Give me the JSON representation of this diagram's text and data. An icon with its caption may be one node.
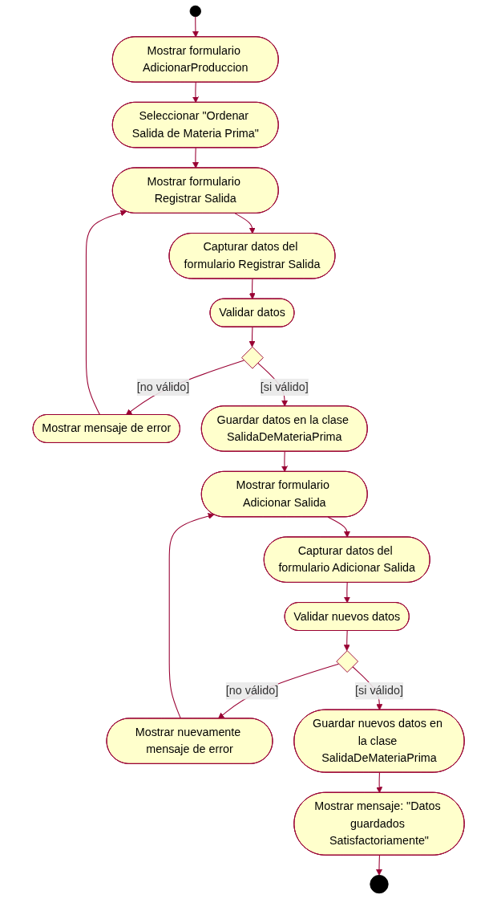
{
  "diagram": {
    "nodes": [
      {
        "text": [],
        "shape": "circle"
      },
      {
        "text": [
          "Mostrar formulario AdicionarProduccion"
        ]
      },
      {
        "text": [
          "Seleccionar \"Ordenar Salida de Materia Prima\""
        ]
      },
      {
        "text": [
          "Mostrar formulario Registrar Salida"
        ]
      },
      {
        "text": [
          "Capturar datos del formulario Registrar Salida"
        ]
      },
      {
        "text": [
          "Validar datos"
        ]
      },
      {
        "text": [],
        "shape": "diamond"
      },
      {
        "text": [
          "Mostrar mensaje de error"
        ]
      },
      {
        "text": [
          "Guardar datos en la clase SalidaDeMateriaPrima"
        ]
      },
      {
        "text": [
          "Mostrar formulario Adicionar Salida"
        ]
      },
      {
        "text": [
          "Capturar datos del formulario Adicionar Salida"
        ]
      },
      {
        "text": [
          "Validar nuevos datos"
        ]
      },
      {
        "text": [],
        "shape": "diamond"
      },
      {
        "text": [
          "Mostrar nuevamente mensaje de error"
        ]
      },
      {
        "text": [
          "Guardar nuevos datos en la clase SalidaDeMateriaPrima"
        ]
      },
      {
        "text": [
          "Mostrar mensaje: \"Datos guardados Satisfactoriamente\""
        ]
      },
      {
        "text": [],
        "shape": "circle"
      }
    ],
    "edges": [
      {
        "from": 0,
        "to": 1,
        "arrow": "to"
      },
      {
        "from": 1,
        "to": 2,
        "arrow": "to"
      },
      {
        "from": 2,
        "to": 3,
        "arrow": "to"
      },
      {
        "from": 3,
        "to": 4,
        "arrow": "to"
      },
      {
        "from": 4,
        "to": 5,
        "arrow": "to"
      },
      {
        "from": 5,
        "to": 6,
        "arrow": "to"
      },
      {
        "from": 6,
        "to": 7,
        "arrow": "to",
        "label": "[no válido]"
      },
      {
        "from": 7,
        "to": 3,
        "arrow": "to"
      },
      {
        "from": 6,
        "to": 8,
        "arrow": "to",
        "label": "[si válido]"
      },
      {
        "from": 8,
        "to": 9,
        "arrow": "to"
      },
      {
        "from": 9,
        "to": 10,
        "arrow": "to"
      },
      {
        "from": 10,
        "to": 11,
        "arrow": "to"
      },
      {
        "from": 11,
        "to": 12,
        "arrow": "to"
      },
      {
        "from": 12,
        "to": 13,
        "arrow": "to",
        "label": "[no válido]"
      },
      {
        "from": 13,
        "to": 9,
        "arrow": "to"
      },
      {
        "from": 12,
        "to": 14,
        "arrow": "to",
        "label": "[si válido]"
      },
      {
        "from": 14,
        "to": 15,
        "arrow": "to"
      },
      {
        "from": 15,
        "to": 16,
        "arrow": "to"
      }
    ]
  }
}
